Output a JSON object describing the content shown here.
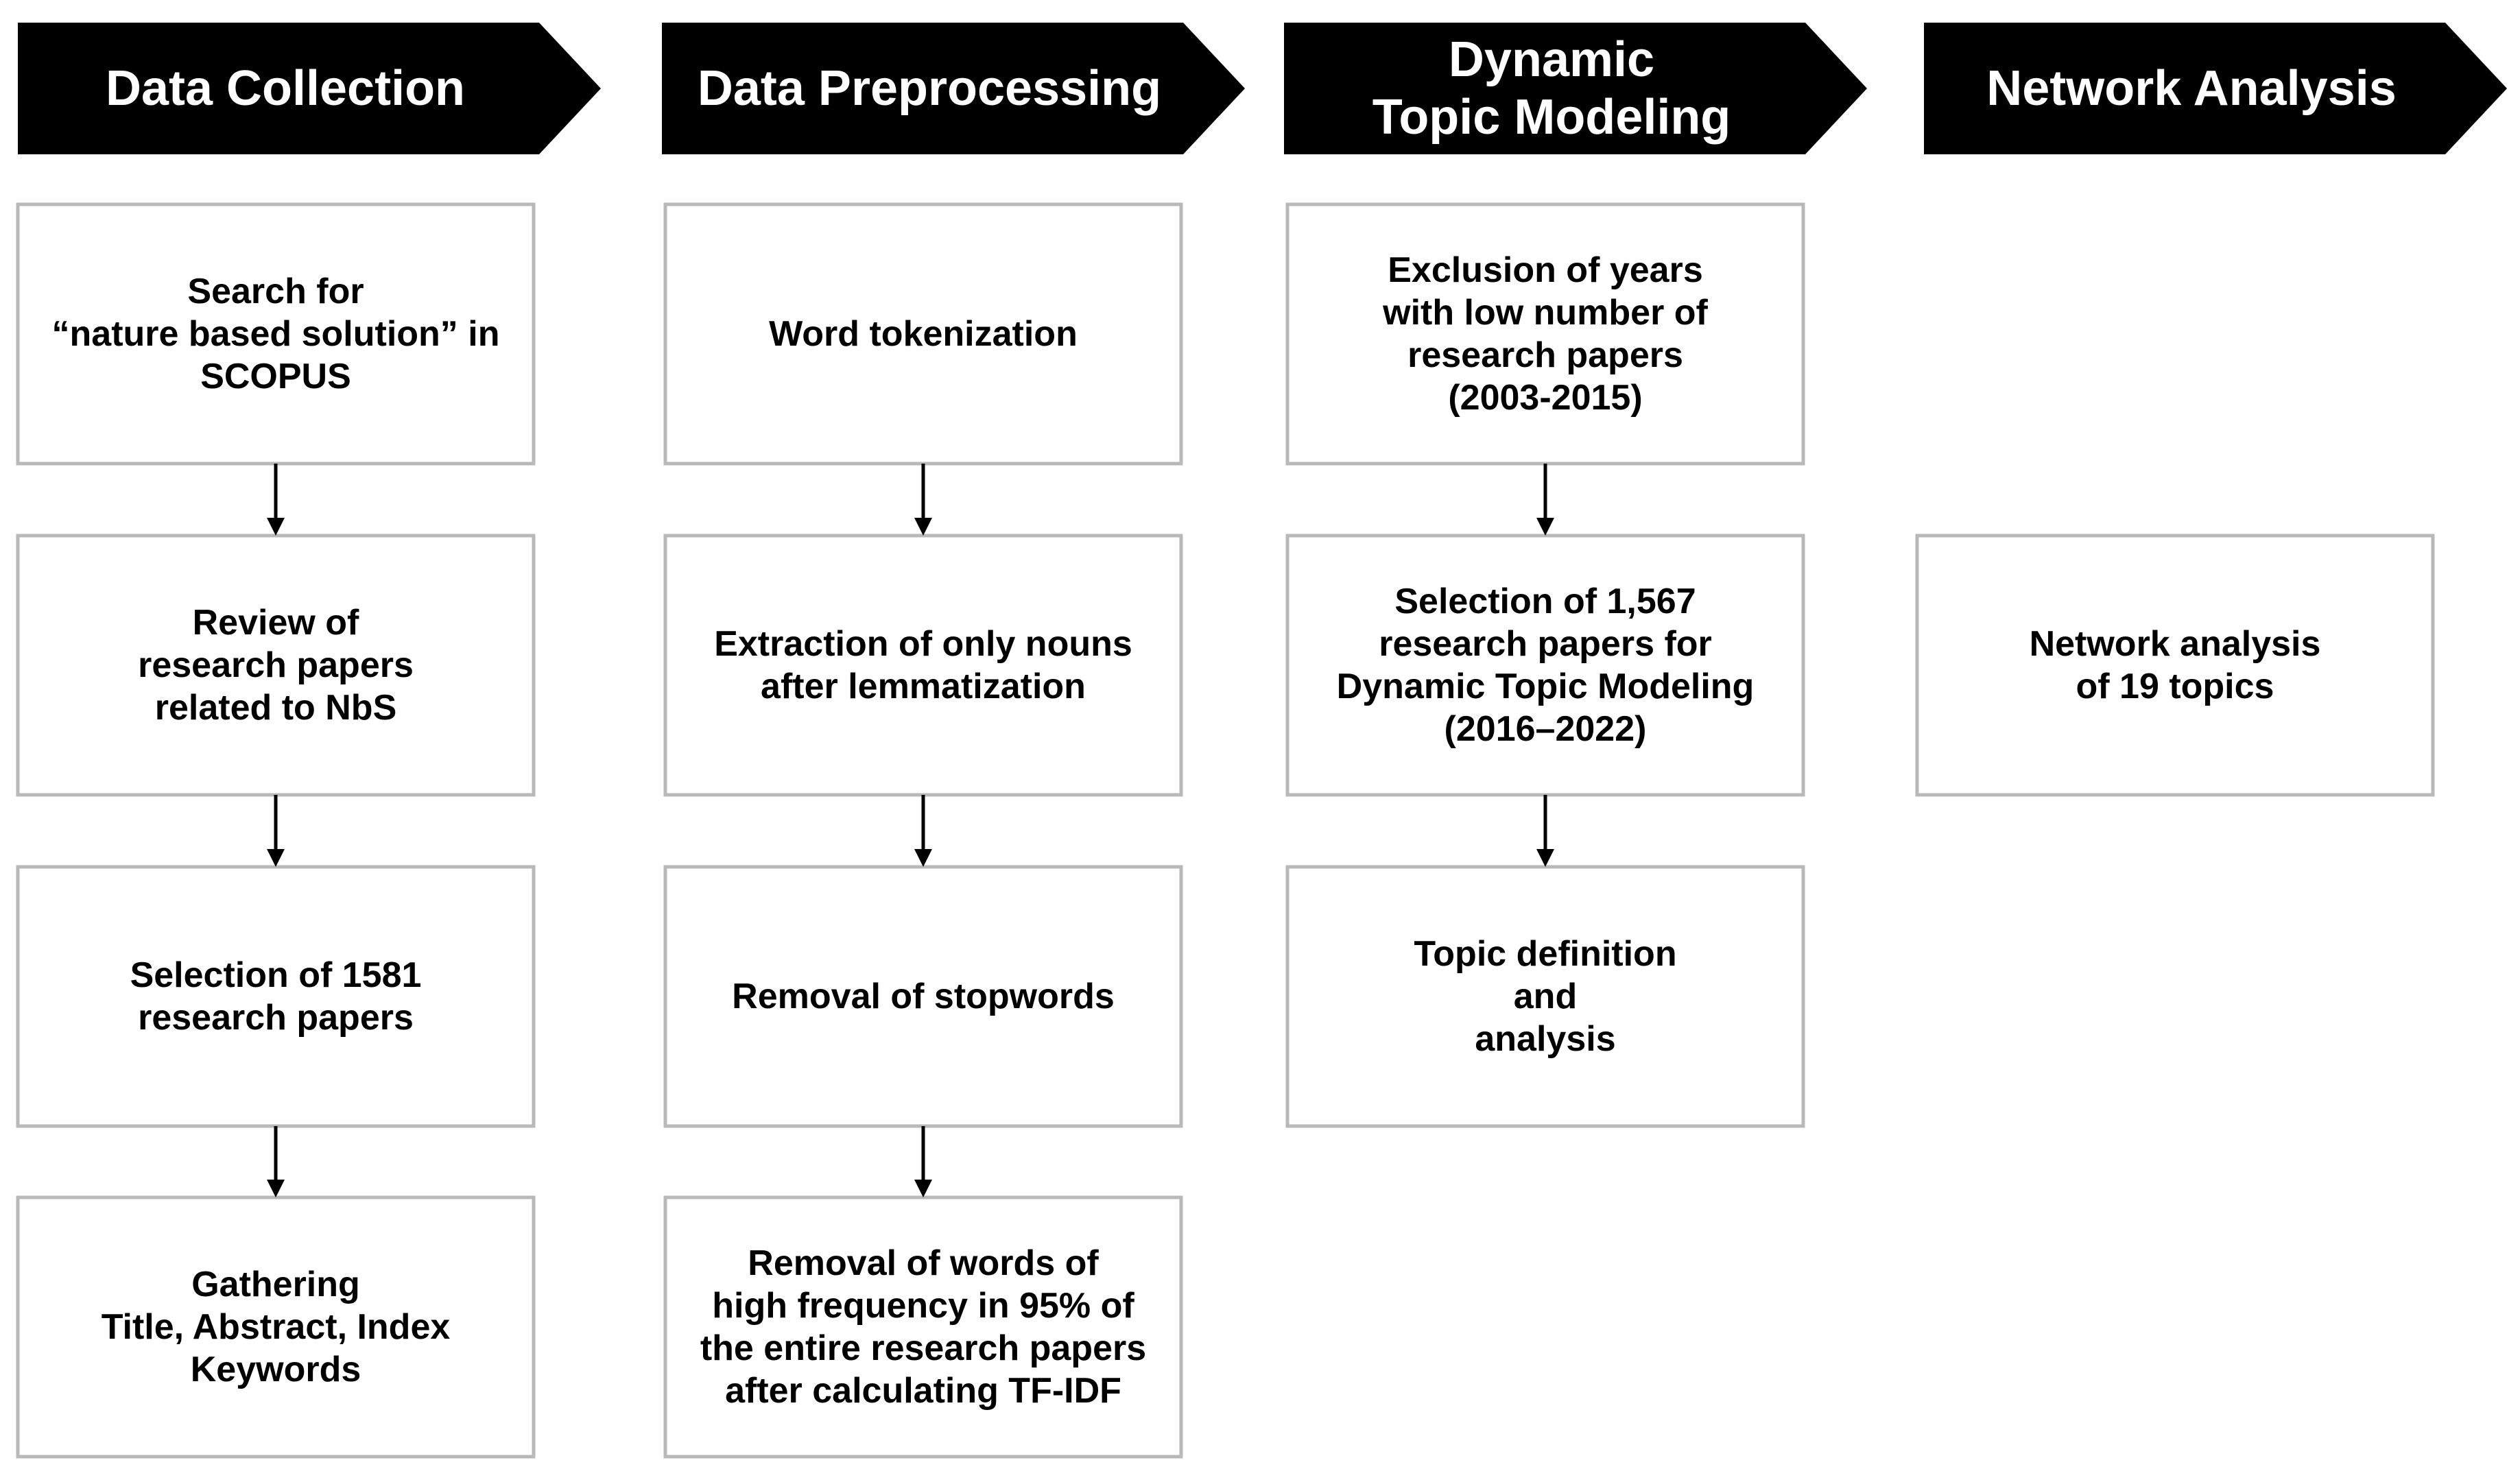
{
  "columns": [
    {
      "header": [
        "Data Collection"
      ],
      "steps": [
        [
          "Search for",
          "“nature based solution” in",
          "SCOPUS"
        ],
        [
          "Review of",
          "research papers",
          "related to NbS"
        ],
        [
          "Selection of 1581",
          "research papers"
        ],
        [
          "Gathering",
          "Title, Abstract, Index",
          "Keywords"
        ]
      ]
    },
    {
      "header": [
        "Data Preprocessing"
      ],
      "steps": [
        [
          "Word tokenization"
        ],
        [
          "Extraction of only nouns",
          "after lemmatization"
        ],
        [
          "Removal of stopwords"
        ],
        [
          "Removal of words of",
          "high frequency in 95% of",
          "the entire research papers",
          "after calculating TF-IDF"
        ]
      ]
    },
    {
      "header": [
        "Dynamic",
        "Topic Modeling"
      ],
      "steps": [
        [
          "Exclusion of years",
          "with low number of",
          "research papers",
          "(2003-2015)"
        ],
        [
          "Selection of 1,567",
          "research papers for",
          "Dynamic Topic Modeling",
          "(2016–2022)"
        ],
        [
          "Topic definition",
          "and",
          "analysis"
        ]
      ]
    },
    {
      "header": [
        "Network Analysis"
      ],
      "steps": [
        null,
        [
          "Network analysis",
          "of 19 topics"
        ]
      ]
    }
  ],
  "colors": {
    "header_fill": "#000000",
    "header_text": "#ffffff",
    "box_border": "#b9b9b9",
    "arrow": "#000000"
  }
}
